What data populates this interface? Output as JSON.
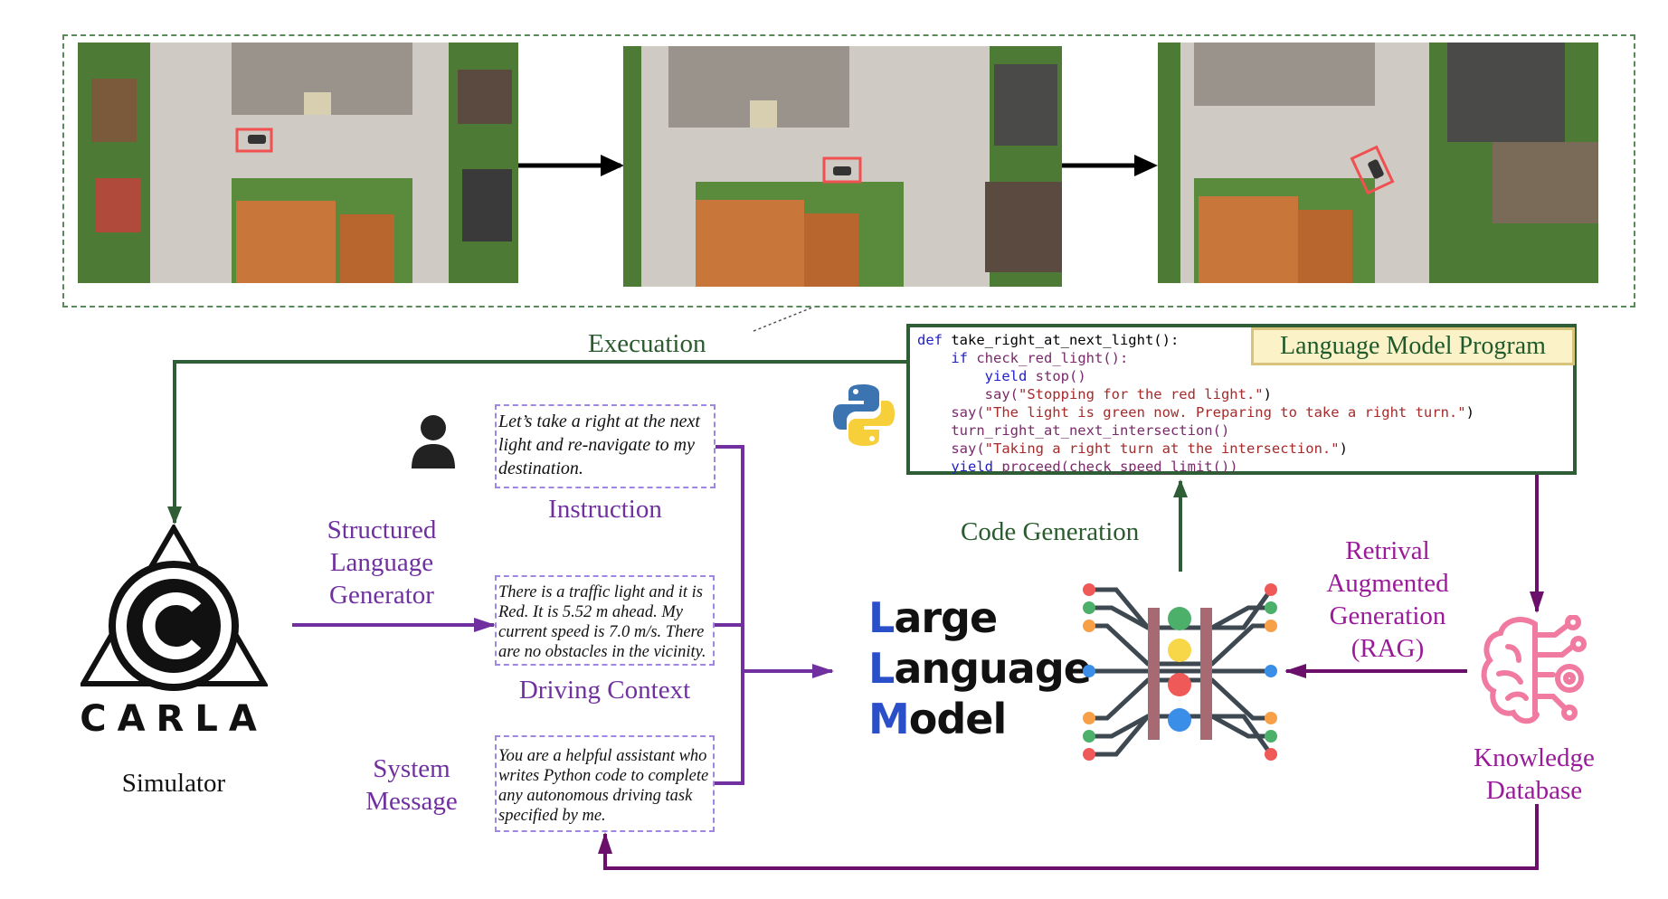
{
  "top_panel": {
    "frames": [
      {
        "highlight": "vehicle-before-turn"
      },
      {
        "highlight": "vehicle-approaching-light"
      },
      {
        "highlight": "vehicle-turning-right"
      }
    ]
  },
  "labels": {
    "execution": "Execuation",
    "simulator": "Simulator",
    "carla_logo": "CARLA",
    "structured_language_generator": [
      "Structured",
      "Language",
      "Generator"
    ],
    "instruction": "Instruction",
    "driving_context": "Driving Context",
    "system_message": [
      "System",
      "Message"
    ],
    "code_generation": "Code Generation",
    "rag": [
      "Retrival",
      "Augmented",
      "Generation",
      "(RAG)"
    ],
    "knowledge_database": [
      "Knowledge",
      "Database"
    ],
    "llm": {
      "l1_cap": "L",
      "l1": "arge",
      "l2_cap": "L",
      "l2": "anguage",
      "l3_cap": "M",
      "l3": "odel"
    },
    "program_title": "Language Model Program"
  },
  "prompts": {
    "instruction": "Let’s take a right at the next light and re-navigate to my destination.",
    "driving_context": "There is a traffic light and it is Red. It is 5.52 m ahead. My current speed is 7.0 m/s. There are no obstacles in the vicinity.",
    "system_message": "You are a helpful assistant who writes Python code to complete any autonomous driving task specified by me."
  },
  "code": {
    "l1_kw": "def",
    "l1": " take_right_at_next_light():",
    "l2_kw": "    if",
    "l2": " check_red_light():",
    "l3_kw": "        yield",
    "l3": " stop()",
    "l4_fn": "        say(",
    "l4_str": "\"Stopping for the red light.\"",
    "l4_end": ")",
    "l5_fn": "    say(",
    "l5_str": "\"The light is green now. Preparing to take a right turn.\"",
    "l5_end": ")",
    "l6": "    turn_right_at_next_intersection()",
    "l7_fn": "    say(",
    "l7_str": "\"Taking a right turn at the intersection.\"",
    "l7_end": ")",
    "l8_kw": "    yield",
    "l8": " proceed(check_speed_limit())"
  },
  "icons": [
    "person-icon",
    "python-logo-icon",
    "carla-logo-icon",
    "neural-network-icon",
    "brain-circuit-icon"
  ],
  "colors": {
    "green": "#2f5e36",
    "purple": "#7030a0",
    "magenta": "#9a1a9a",
    "arrow_purple": "#6a0f6a",
    "highlight_red": "#f05050"
  }
}
